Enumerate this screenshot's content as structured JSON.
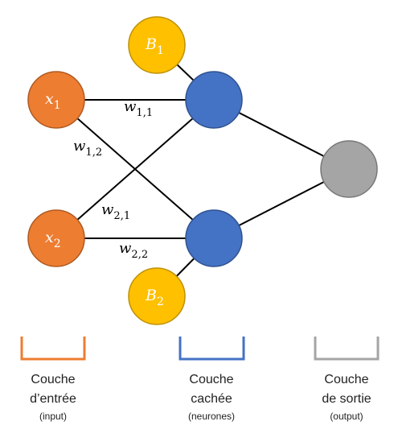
{
  "colors": {
    "input": "#ED7D31",
    "bias": "#FFC000",
    "hidden": "#4472C4",
    "output": "#A5A5A5",
    "edge": "#000000"
  },
  "nodes": {
    "x1": {
      "base": "x",
      "sub": "1"
    },
    "x2": {
      "base": "x",
      "sub": "2"
    },
    "b1": {
      "base": "B",
      "sub": "1"
    },
    "b2": {
      "base": "B",
      "sub": "2"
    }
  },
  "weights": {
    "w11": {
      "base": "w",
      "sub": "1,1"
    },
    "w12": {
      "base": "w",
      "sub": "1,2"
    },
    "w21": {
      "base": "w",
      "sub": "2,1"
    },
    "w22": {
      "base": "w",
      "sub": "2,2"
    }
  },
  "layers": {
    "input": {
      "line1": "Couche",
      "line2": "d’entrée",
      "note": "(input)"
    },
    "hidden": {
      "line1": "Couche",
      "line2": "cachée",
      "note": "(neurones)"
    },
    "output": {
      "line1": "Couche",
      "line2": "de sortie",
      "note": "(output)"
    }
  }
}
